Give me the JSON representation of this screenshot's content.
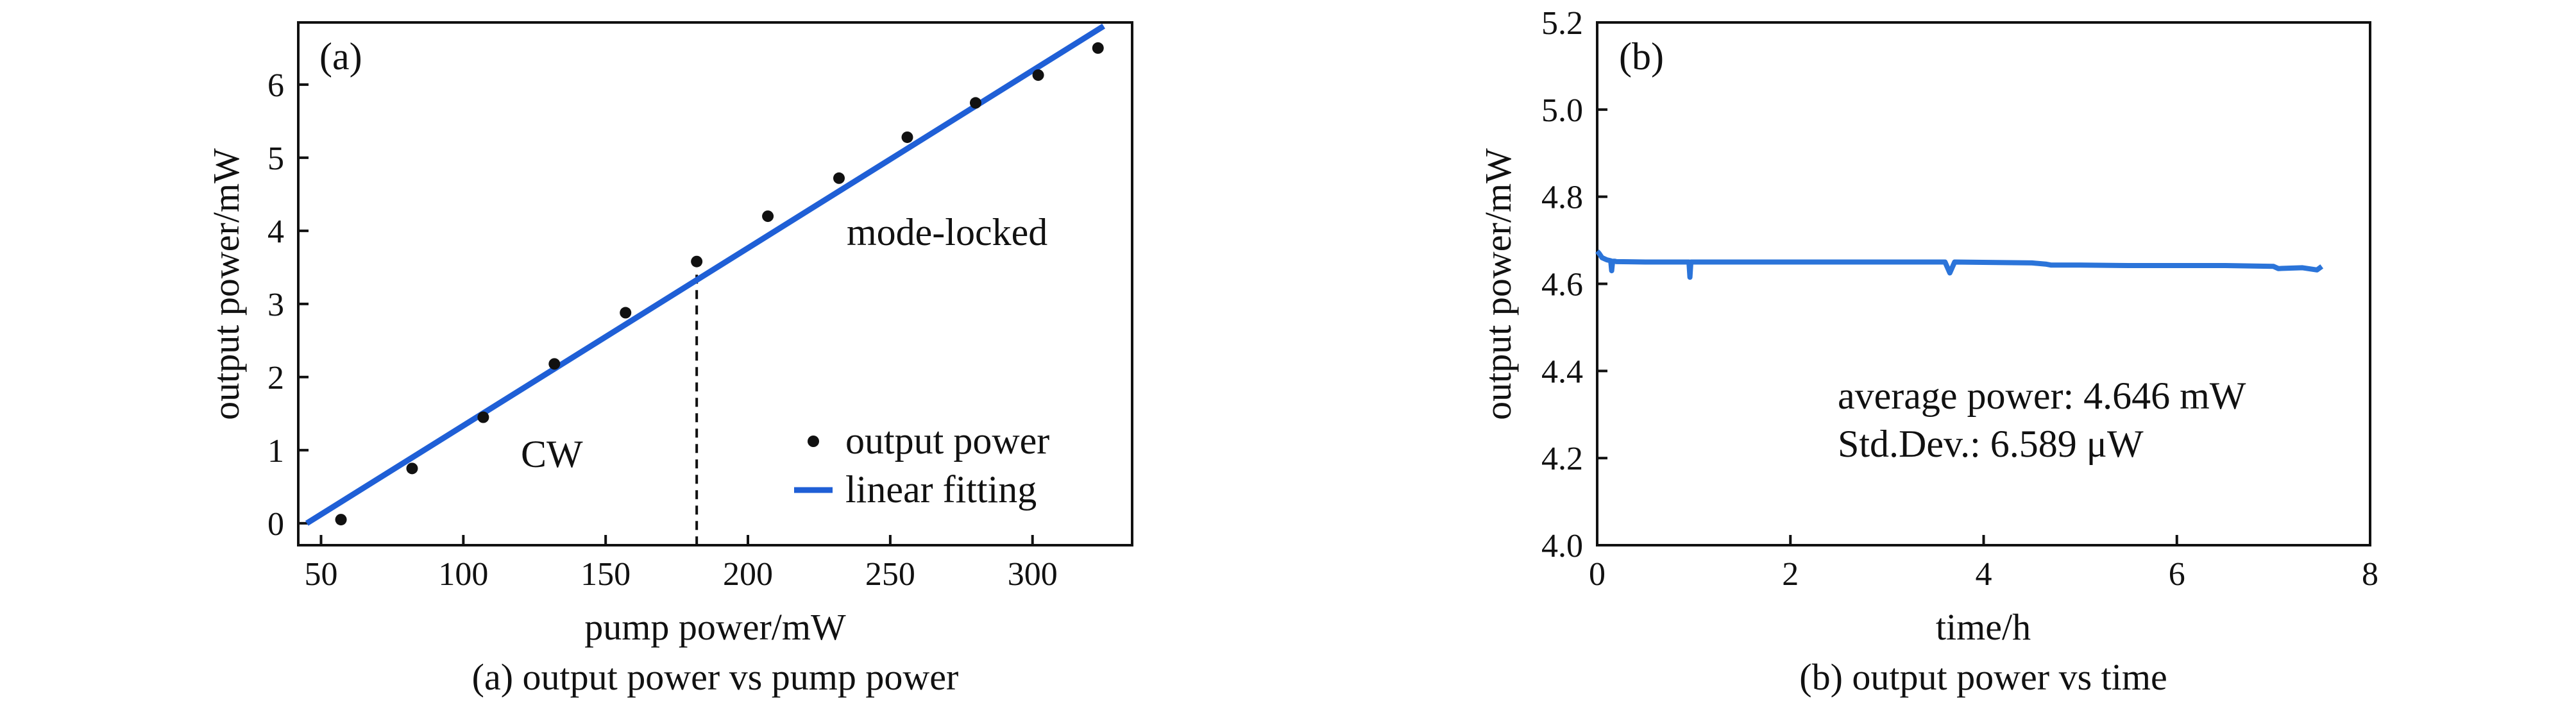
{
  "colors": {
    "fit_line": "#1f5fd6",
    "stability_line": "#2b74d9",
    "points": "#111111"
  },
  "chart_data": [
    {
      "type": "scatter",
      "panel_label": "(a)",
      "caption": "(a) output power vs pump power",
      "xlabel": "pump power/mW",
      "ylabel": "output power/mW",
      "xlim": [
        42,
        335
      ],
      "ylim": [
        -0.3,
        6.85
      ],
      "xticks": [
        50,
        100,
        150,
        200,
        250,
        300
      ],
      "yticks": [
        0,
        1,
        2,
        3,
        4,
        5,
        6
      ],
      "grid": false,
      "legend_position": "bottom-right",
      "series": [
        {
          "name": "output power",
          "style": "points",
          "x": [
            57,
            82,
            107,
            132,
            157,
            182,
            207,
            232,
            256,
            280,
            302,
            323
          ],
          "y": [
            0.05,
            0.75,
            1.45,
            2.18,
            2.88,
            3.58,
            4.2,
            4.72,
            5.28,
            5.75,
            6.13,
            6.5
          ]
        },
        {
          "name": "linear fitting",
          "style": "line",
          "x": [
            45,
            325
          ],
          "y": [
            0.0,
            6.8
          ]
        }
      ],
      "annotations": [
        {
          "text": "mode-locked",
          "x": 255,
          "y": 3.95
        },
        {
          "text": "CW",
          "x": 102,
          "y": 0.8
        }
      ],
      "threshold_line": {
        "x": 182,
        "y_top": 3.4
      }
    },
    {
      "type": "line",
      "panel_label": "(b)",
      "caption": "(b) output power vs time",
      "xlabel": "time/h",
      "ylabel": "output power/mW",
      "xlim": [
        0,
        8
      ],
      "ylim": [
        4.0,
        5.2
      ],
      "xticks": [
        0,
        2,
        4,
        6,
        8
      ],
      "yticks": [
        4.0,
        4.2,
        4.4,
        4.6,
        4.8,
        5.0,
        5.2
      ],
      "grid": false,
      "series": [
        {
          "name": "",
          "x": [
            0,
            0.02,
            0.05,
            0.1,
            0.14,
            0.15,
            0.16,
            0.18,
            0.2,
            0.5,
            0.95,
            0.96,
            0.97,
            1.5,
            2.5,
            3.6,
            3.65,
            3.7,
            4.5,
            4.65,
            4.7,
            5.0,
            5.5,
            6.5,
            7.0,
            7.05,
            7.3,
            7.45,
            7.5
          ],
          "y": [
            4.675,
            4.67,
            4.66,
            4.655,
            4.653,
            4.63,
            4.652,
            4.652,
            4.651,
            4.65,
            4.65,
            4.615,
            4.65,
            4.65,
            4.65,
            4.65,
            4.625,
            4.65,
            4.648,
            4.645,
            4.643,
            4.643,
            4.642,
            4.642,
            4.64,
            4.635,
            4.637,
            4.632,
            4.64
          ]
        }
      ],
      "annotations": [
        {
          "text": "average power: 4.646 mW",
          "x": 3.75,
          "y": 4.33
        },
        {
          "text": "Std.Dev.: 6.589 μW",
          "x": 3.75,
          "y": 4.22
        }
      ]
    }
  ]
}
